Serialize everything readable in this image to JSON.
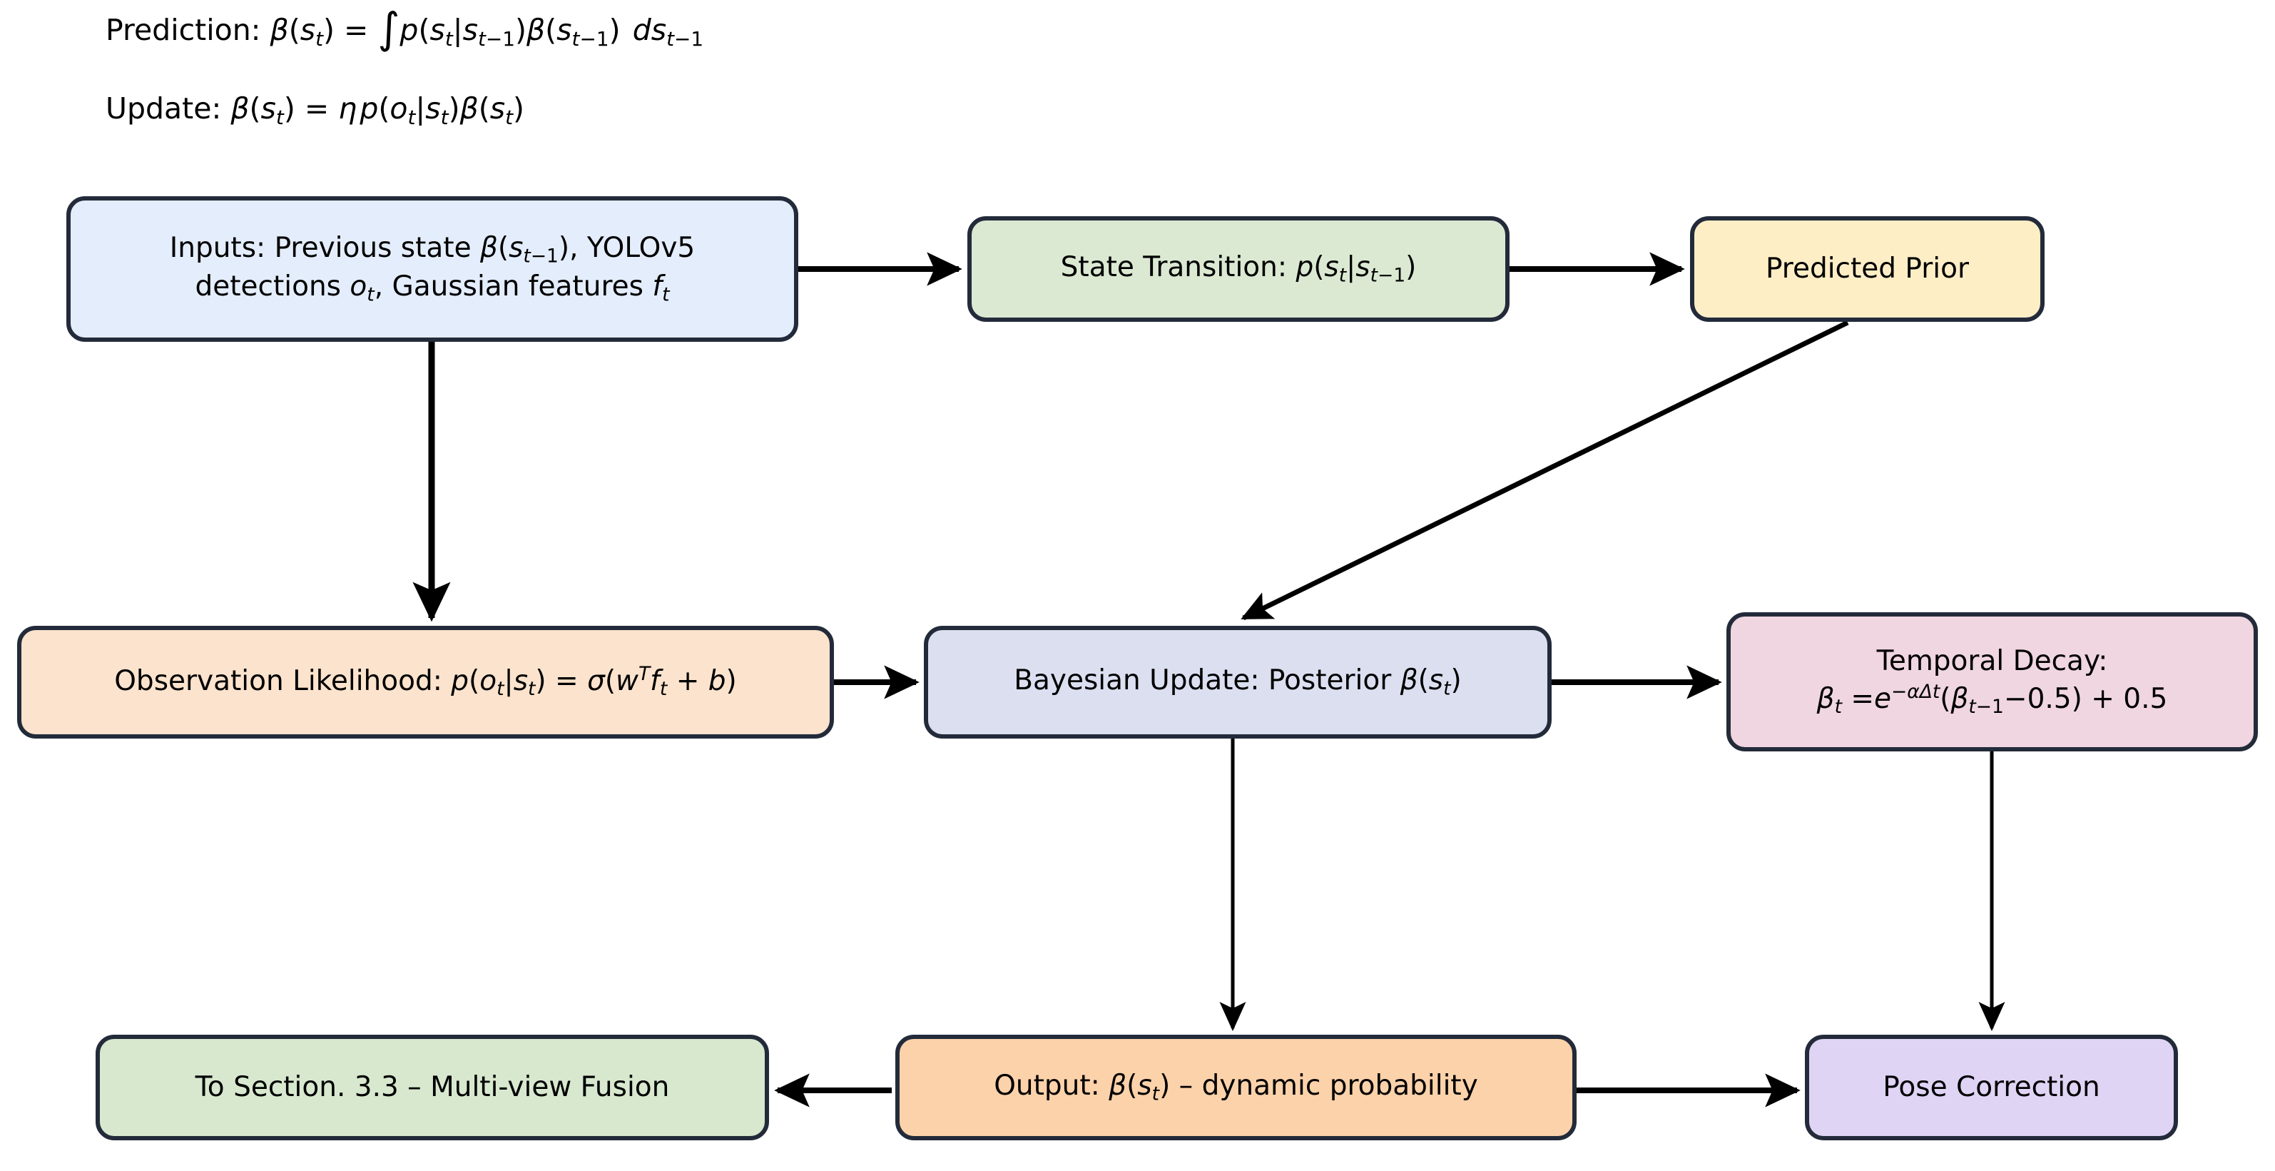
{
  "equations": {
    "prediction": {
      "label": "Prediction:",
      "formula": "β(s_t) = ∫ p(s_t|s_{t−1})β(s_{t−1}) ds_{t−1}",
      "plain": "Prediction: β(s_t) = ∫p(s_t|s_t−1)β(s_t−1) ds_t−1"
    },
    "update": {
      "label": "Update:",
      "formula": "β(s_t) = η p(o_t|s_t)β(s_t)",
      "plain": "Update: β(s_t) = η p(o_t|s_t)β(s_t)"
    }
  },
  "nodes": {
    "inputs": {
      "line1": "Inputs: Previous state β(s_t−1), YOLOv5",
      "line2": "detections o_t, Gaussian features f_t",
      "fill": "#e4edfb",
      "stroke": "#232b3a"
    },
    "state_transition": {
      "text": "State Transition: p(s_t|s_t−1)",
      "fill": "#dbe9d2",
      "stroke": "#232b3a"
    },
    "predicted_prior": {
      "text": "Predicted Prior",
      "fill": "#fdeec6",
      "stroke": "#232b3a"
    },
    "observation_likelihood": {
      "text": "Observation Likelihood: p(o_t|s_t) = σ(w^T f_t + b)",
      "fill": "#fbe3cd",
      "stroke": "#232b3a"
    },
    "bayesian_update": {
      "text": "Bayesian Update: Posterior β(s_t)",
      "fill": "#dbdff0",
      "stroke": "#232b3a"
    },
    "temporal_decay": {
      "line1": "Temporal Decay:",
      "line2": "β_t = e^(−αΔt)(β_t−1 − 0.5) + 0.5",
      "fill": "#f0d6e0",
      "stroke": "#232b3a"
    },
    "to_section": {
      "text": "To Section. 3.3 – Multi-view Fusion",
      "fill": "#d8e8cf",
      "stroke": "#232b3a"
    },
    "output": {
      "text": "Output: β(s_t) – dynamic probability",
      "fill": "#fcd2aa",
      "stroke": "#232b3a"
    },
    "pose_correction": {
      "text": "Pose Correction",
      "fill": "#e0d4f5",
      "stroke": "#232b3a"
    }
  },
  "edges": [
    {
      "from": "inputs",
      "to": "state_transition",
      "direction": "right"
    },
    {
      "from": "state_transition",
      "to": "predicted_prior",
      "direction": "right"
    },
    {
      "from": "inputs",
      "to": "observation_likelihood",
      "direction": "down"
    },
    {
      "from": "predicted_prior",
      "to": "bayesian_update",
      "direction": "diagonal-down-left"
    },
    {
      "from": "observation_likelihood",
      "to": "bayesian_update",
      "direction": "right"
    },
    {
      "from": "bayesian_update",
      "to": "temporal_decay",
      "direction": "right"
    },
    {
      "from": "bayesian_update",
      "to": "output",
      "direction": "down"
    },
    {
      "from": "temporal_decay",
      "to": "pose_correction",
      "direction": "down"
    },
    {
      "from": "output",
      "to": "to_section",
      "direction": "left"
    },
    {
      "from": "output",
      "to": "pose_correction",
      "direction": "right"
    }
  ],
  "colors": {
    "arrow": "#000000",
    "node_border": "#232b3a",
    "background": "#ffffff"
  }
}
